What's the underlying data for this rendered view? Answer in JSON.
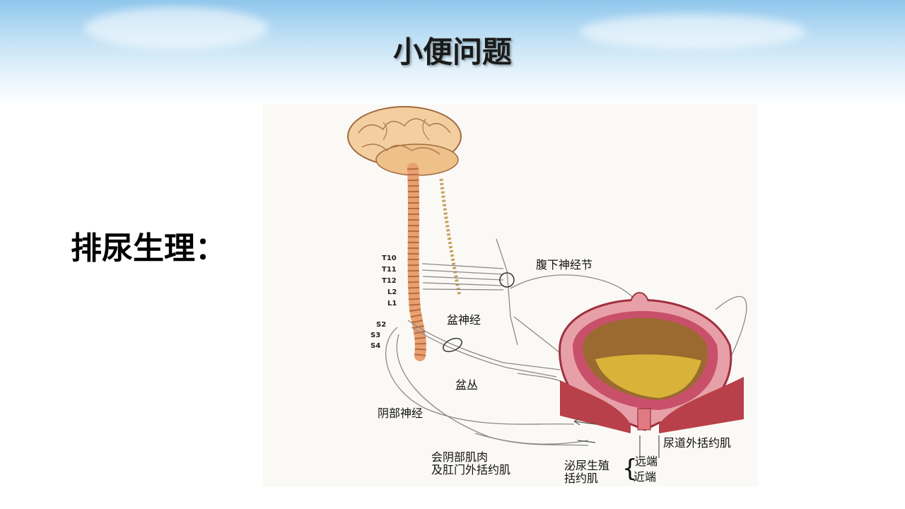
{
  "slide": {
    "title": "小便问题",
    "subtitle": "排尿生理："
  },
  "diagram": {
    "segments": [
      "T10",
      "T11",
      "T12",
      "L2",
      "L1",
      "S2",
      "S3",
      "S4"
    ],
    "labels": {
      "hypogastric_ganglion": "腹下神经节",
      "pelvic_nerve": "盆神经",
      "pelvic_plexus": "盆丛",
      "pudendal_nerve": "阴部神经",
      "perineal_muscle_line1": "会阴部肌肉",
      "perineal_muscle_line2": "及肛门外括约肌",
      "external_urethral_sphincter": "尿道外括约肌",
      "urogenital_sphincter_line1": "泌尿生殖",
      "urogenital_sphincter_line2": "括约肌",
      "distal": "远端",
      "proximal": "近端"
    },
    "colors": {
      "nerve": "#8a8a8a",
      "brain": "#f3cfa0",
      "spine": "#e9a070",
      "bladder_wall": "#c9506a",
      "urine": "#d9b23a",
      "muscle": "#b8404a"
    }
  }
}
